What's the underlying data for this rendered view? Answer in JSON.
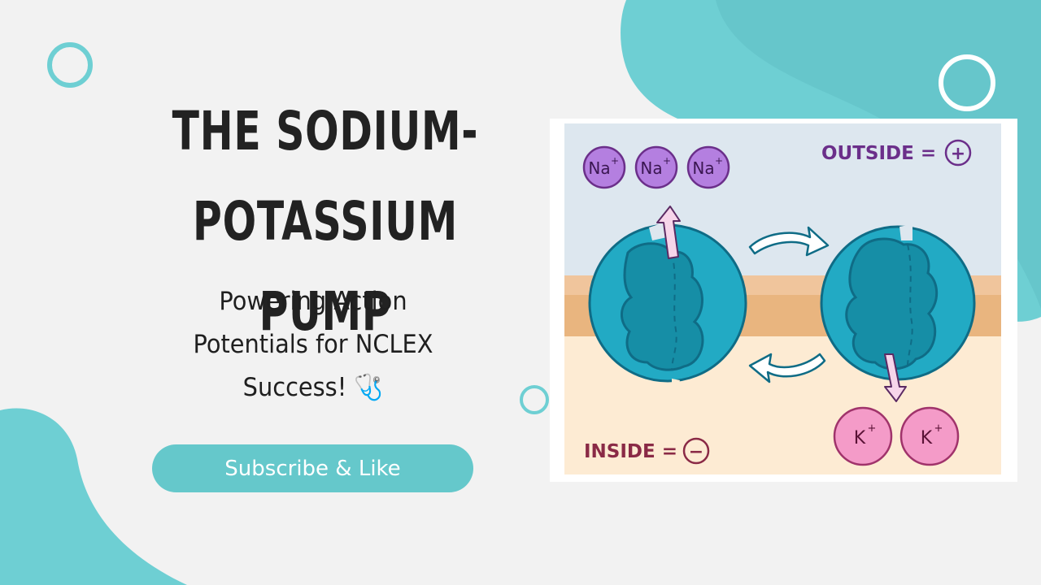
{
  "title": {
    "line1": "THE SODIUM-",
    "line2": "POTASSIUM PUMP"
  },
  "subtitle": {
    "line1": "Powering Action",
    "line2": "Potentials for NCLEX",
    "line3": "Success! 🩺"
  },
  "cta": {
    "label": "Subscribe & Like"
  },
  "diagram": {
    "outside_label": "OUTSIDE =",
    "outside_sign": "+",
    "inside_label": "INSIDE =",
    "inside_sign": "−",
    "sodium_ions": [
      "Na",
      "Na",
      "Na"
    ],
    "potassium_ions": [
      "K",
      "K"
    ],
    "ion_charge": "+"
  },
  "colors": {
    "background": "#f2f2f2",
    "accent_teal": "#65c8cb",
    "pump_teal": "#1fa8c0",
    "sodium_purple": "#b47fe0",
    "potassium_pink": "#f49bc8",
    "outside_text": "#6b2f8a",
    "inside_text": "#8a2a46"
  }
}
